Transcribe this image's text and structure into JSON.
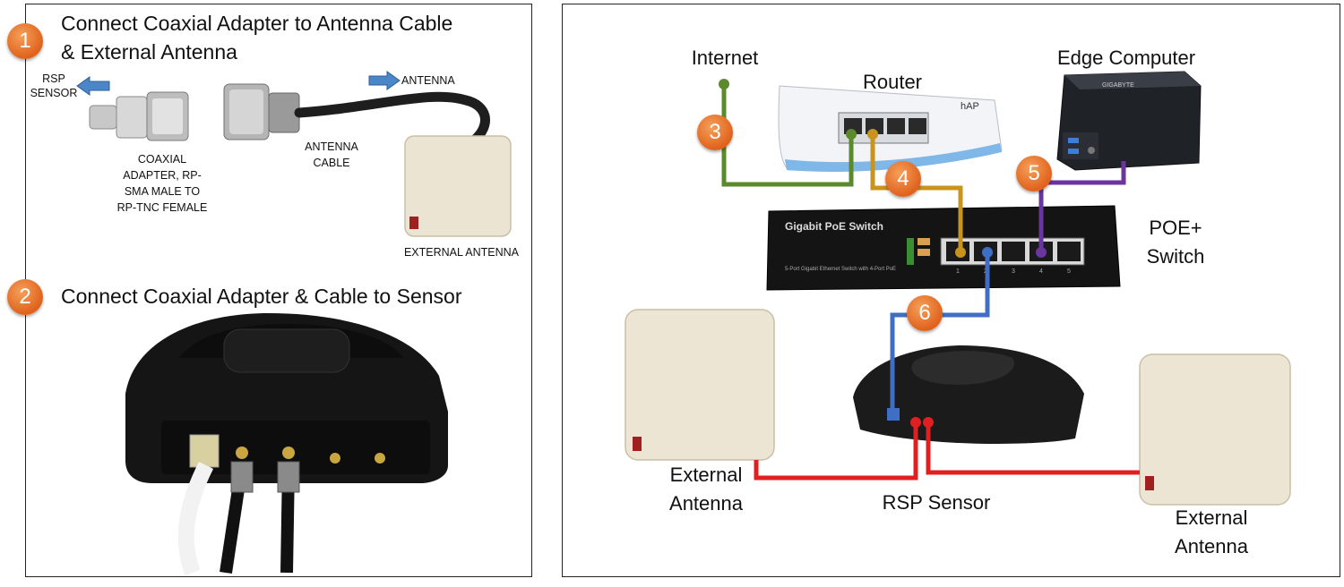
{
  "left": {
    "step1": {
      "number": "1",
      "title_line1": "Connect Coaxial Adapter to Antenna Cable",
      "title_line2": "& External Antenna"
    },
    "step2": {
      "number": "2",
      "title": "Connect Coaxial Adapter & Cable to Sensor"
    },
    "rsp_sensor_line1": "RSP",
    "rsp_sensor_line2": "SENSOR",
    "antenna_label": "ANTENNA",
    "adapter_line1": "COAXIAL",
    "adapter_line2": "ADAPTER, RP-",
    "adapter_line3": "SMA MALE TO",
    "adapter_line4": "RP-TNC FEMALE",
    "cable_line1": "ANTENNA",
    "cable_line2": "CABLE",
    "external_antenna": "EXTERNAL ANTENNA"
  },
  "right": {
    "internet": "Internet",
    "router": "Router",
    "edge_computer": "Edge Computer",
    "poe_line1": "POE+",
    "poe_line2": "Switch",
    "switch_brand": "Gigabit PoE Switch",
    "switch_caption": "5-Port Gigabit Ethernet Switch with 4-Port PoE",
    "switch_ports": [
      "1",
      "2",
      "3",
      "4",
      "5"
    ],
    "router_brand": "hAP",
    "edge_brand": "GIGABYTE",
    "ext_antenna_left_line1": "External",
    "ext_antenna_left_line2": "Antenna",
    "ext_antenna_right_line1": "External",
    "ext_antenna_right_line2": "Antenna",
    "rsp_sensor": "RSP Sensor",
    "steps": [
      "3",
      "4",
      "5",
      "6"
    ]
  },
  "colors": {
    "step_badge": "#e8731f",
    "internet_cable": "#5b8a2c",
    "uplink_cable": "#c9941e",
    "edge_cable": "#6b35a0",
    "sensor_cable": "#3f6fc4",
    "rf_cable": "#e02020",
    "arrow": "#4a86c8"
  }
}
